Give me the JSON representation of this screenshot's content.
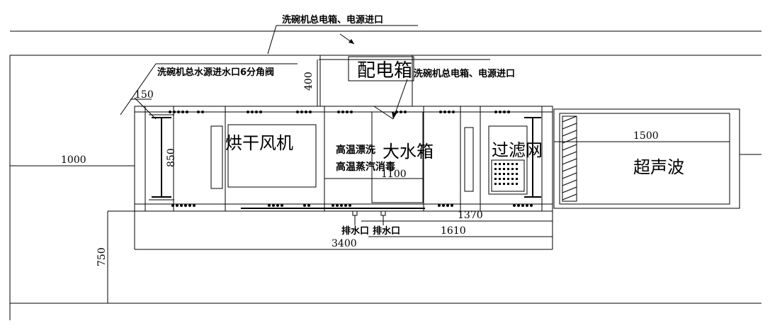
{
  "labels": {
    "top_power_callout": "洗碗机总电箱、电源进口",
    "water_inlet_callout": "洗碗机总水源进水口6分角阀",
    "distribution_box": "配电箱",
    "power_callout_2": "洗碗机总电箱、电源进口",
    "dryer_fan": "烘干风机",
    "high_temp_rinse": "高温漂洗",
    "high_temp_steam": "高温蒸汽消毒",
    "big_water_tank": "大水箱",
    "filter_net": "过滤网",
    "ultrasonic": "超声波",
    "drain_outlet_1": "排水口",
    "drain_outlet_2": "排水口"
  },
  "dimensions": {
    "d150": "150",
    "d400": "400",
    "d850": "850",
    "d1000": "1000",
    "d1100": "1100",
    "d1500": "1500",
    "d1370": "1370",
    "d1610": "1610",
    "d3400": "3400",
    "d750": "750"
  }
}
